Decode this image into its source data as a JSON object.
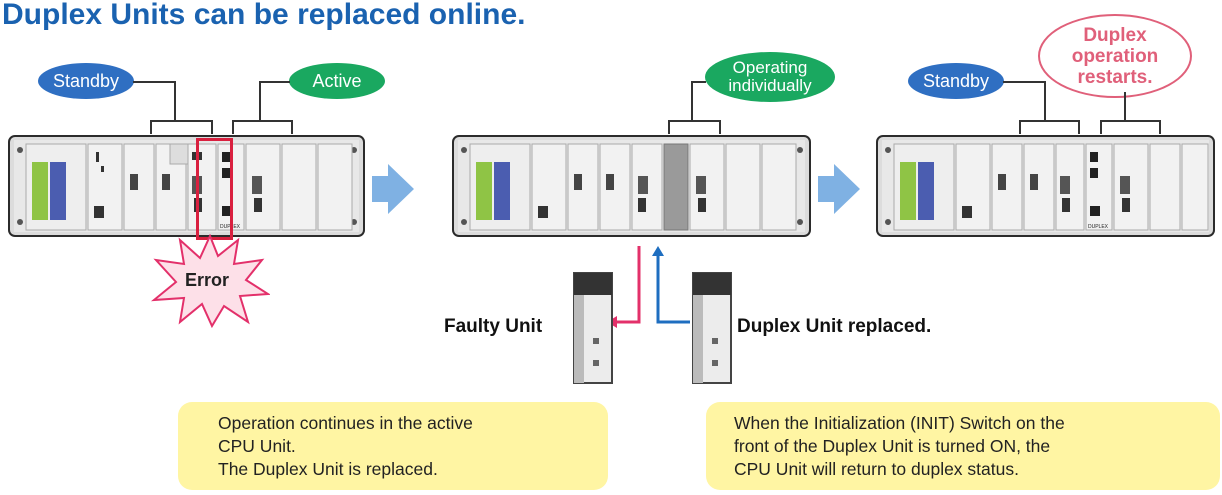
{
  "title": "Duplex Units can be replaced online.",
  "left": {
    "standby_label": "Standby",
    "active_label": "Active",
    "error_label": "Error"
  },
  "middle": {
    "operating_label_line1": "Operating",
    "operating_label_line2": "individually"
  },
  "right": {
    "standby_label": "Standby",
    "restart_line1": "Duplex",
    "restart_line2": "operation",
    "restart_line3": "restarts."
  },
  "faulty_label": "Faulty Unit",
  "replaced_label": "Duplex Unit replaced.",
  "callout_left": {
    "line1": "Operation continues in the active",
    "line2": "CPU Unit.",
    "line3": "The Duplex Unit is replaced."
  },
  "callout_right": {
    "line1": "When the Initialization (INIT) Switch on the",
    "line2": "front of the Duplex Unit is turned ON, the",
    "line3": "CPU Unit will return to duplex status."
  },
  "colors": {
    "title": "#1a62b0",
    "standby_pill": "#2f6fc2",
    "active_pill": "#1aa860",
    "error_highlight": "#d9203f",
    "remove_arrow": "#e3306a",
    "insert_arrow": "#1e6ec0",
    "callout_bg": "#fff5a3",
    "flow_arrow": "#7fb1e3"
  },
  "icons": [
    "plc-rack-icon",
    "flow-arrow-icon",
    "error-burst-icon",
    "duplex-unit-icon"
  ]
}
